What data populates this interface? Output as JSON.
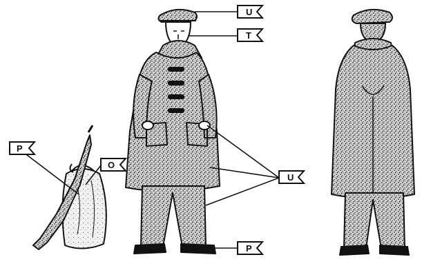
{
  "flags": {
    "cap": "U",
    "collar": "T",
    "coat": "U",
    "shoes": "P",
    "rifle": "P",
    "sack": "O"
  },
  "colors": {
    "ink": "#111111",
    "fabric": "#9a9a9a",
    "paper": "#ffffff"
  }
}
